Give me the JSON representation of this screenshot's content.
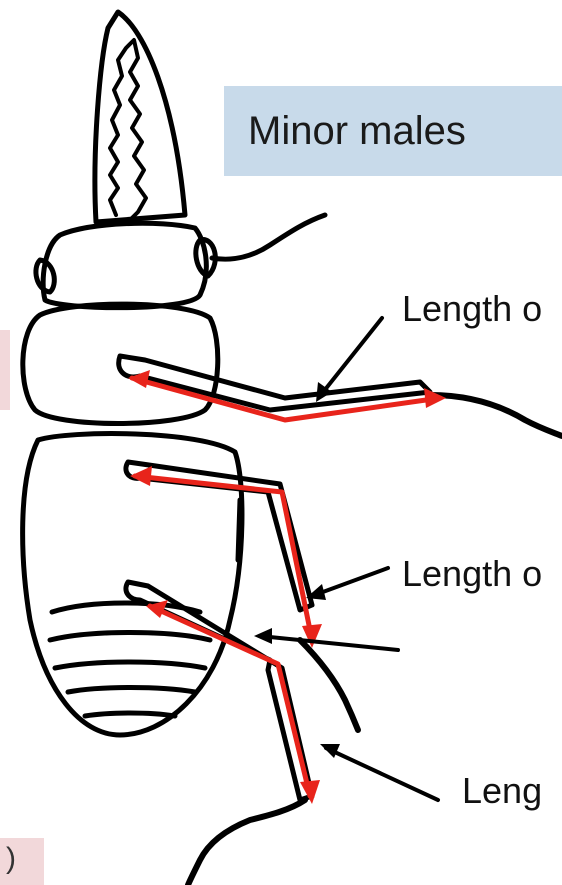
{
  "title": "Minor males",
  "labels": {
    "upper": "Length o",
    "middle": "Length o",
    "lower": "Leng"
  },
  "stub_text": ")",
  "colors": {
    "title_bg": "#c8daea",
    "tab_bg": "#f2d8da",
    "arrow_red": "#e8241b",
    "outline": "#000000"
  }
}
